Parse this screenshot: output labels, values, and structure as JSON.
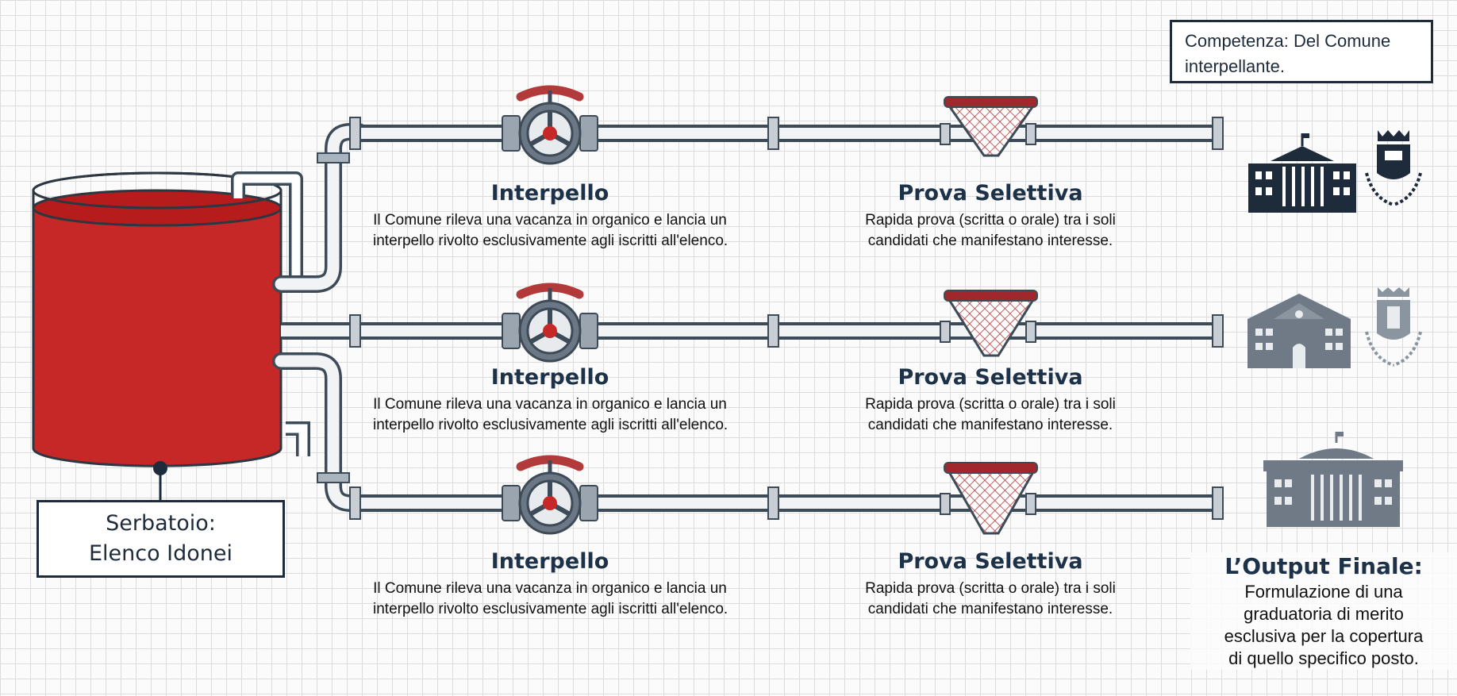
{
  "competenza": {
    "text": "Competenza: Del Comune interpellante."
  },
  "tank": {
    "label_line1": "Serbatoio:",
    "label_line2": "Elenco Idonei",
    "color": "#c62828"
  },
  "rows": [
    {
      "interpello_title": "Interpello",
      "interpello_desc_1": "Il Comune rileva una vacanza in organico e lancia un",
      "interpello_desc_2": "interpello rivolto esclusivamente agli iscritti all'elenco.",
      "prova_title": "Prova Selettiva",
      "prova_desc_1": "Rapida prova (scritta o orale) tra i soli",
      "prova_desc_2": "candidati che manifestano interesse.",
      "building_icon": "city-hall-icon",
      "crest_icon": "municipal-crest-icon"
    },
    {
      "interpello_title": "Interpello",
      "interpello_desc_1": "Il Comune rileva una vacanza in organico e lancia un",
      "interpello_desc_2": "interpello rivolto esclusivamente agli iscritti all'elenco.",
      "prova_title": "Prova Selettiva",
      "prova_desc_1": "Rapida prova (scritta o orale) tra i soli",
      "prova_desc_2": "candidati che manifestano interesse.",
      "building_icon": "town-hall-icon",
      "crest_icon": "municipal-crest-icon"
    },
    {
      "interpello_title": "Interpello",
      "interpello_desc_1": "Il Comune rileva una vacanza in organico e lancia un",
      "interpello_desc_2": "interpello rivolto esclusivamente agli iscritti all'elenco.",
      "prova_title": "Prova Selettiva",
      "prova_desc_1": "Rapida prova (scritta o orale) tra i soli",
      "prova_desc_2": "candidati che manifestano interesse.",
      "building_icon": "palace-icon"
    }
  ],
  "output": {
    "title": "L’Output Finale:",
    "desc_1": "Formulazione di una",
    "desc_2": "graduatoria di merito",
    "desc_3": "esclusiva per la copertura",
    "desc_4": "di quello specifico posto."
  },
  "colors": {
    "accent_red": "#c62828",
    "navy": "#1d3248",
    "pipe_outline": "#3d4a57",
    "valve_grey": "#6b7785"
  }
}
